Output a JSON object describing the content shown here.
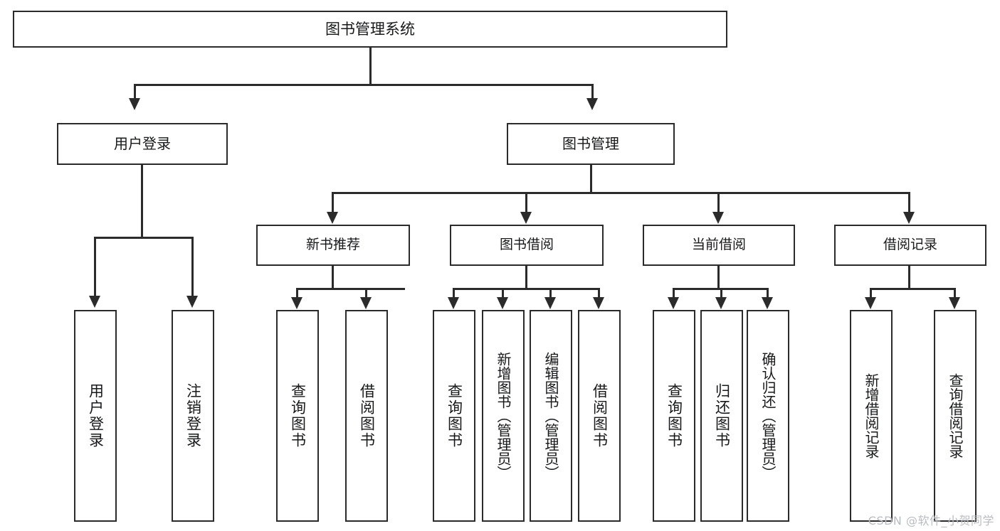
{
  "diagram": {
    "type": "tree-hierarchy",
    "title": "图书管理系统",
    "root": {
      "label": "图书管理系统"
    },
    "level1": [
      {
        "id": "user-login",
        "label": "用户登录"
      },
      {
        "id": "book-management",
        "label": "图书管理"
      }
    ],
    "level2": [
      {
        "id": "new-book-recommend",
        "label": "新书推荐",
        "parent": "book-management"
      },
      {
        "id": "book-borrow",
        "label": "图书借阅",
        "parent": "book-management"
      },
      {
        "id": "current-borrow",
        "label": "当前借阅",
        "parent": "book-management"
      },
      {
        "id": "borrow-record",
        "label": "借阅记录",
        "parent": "book-management"
      }
    ],
    "leaves": {
      "user_login": [
        {
          "id": "leaf-user-login",
          "label": "用户登录"
        },
        {
          "id": "leaf-logout-login",
          "label": "注销登录"
        }
      ],
      "new_book_recommend": [
        {
          "id": "leaf-query-book-1",
          "label": "查询图书"
        },
        {
          "id": "leaf-borrow-book-1",
          "label": "借阅图书"
        }
      ],
      "book_borrow": [
        {
          "id": "leaf-query-book-2",
          "label": "查询图书"
        },
        {
          "id": "leaf-add-book",
          "label": "新增图书（管理员）"
        },
        {
          "id": "leaf-edit-book",
          "label": "编辑图书（管理员）"
        },
        {
          "id": "leaf-borrow-book-2",
          "label": "借阅图书"
        }
      ],
      "current_borrow": [
        {
          "id": "leaf-query-book-3",
          "label": "查询图书"
        },
        {
          "id": "leaf-return-book",
          "label": "归还图书"
        },
        {
          "id": "leaf-confirm-return",
          "label": "确认归还（管理员）"
        }
      ],
      "borrow_record": [
        {
          "id": "leaf-add-record",
          "label": "新增借阅记录"
        },
        {
          "id": "leaf-query-record",
          "label": "查询借阅记录"
        }
      ]
    },
    "colors": {
      "stroke": "#2b2b2b",
      "background": "#ffffff",
      "text": "#17181a",
      "watermark": "#b9bcc0"
    }
  },
  "watermark": {
    "text": "CSDN @软件_小贺同学"
  }
}
